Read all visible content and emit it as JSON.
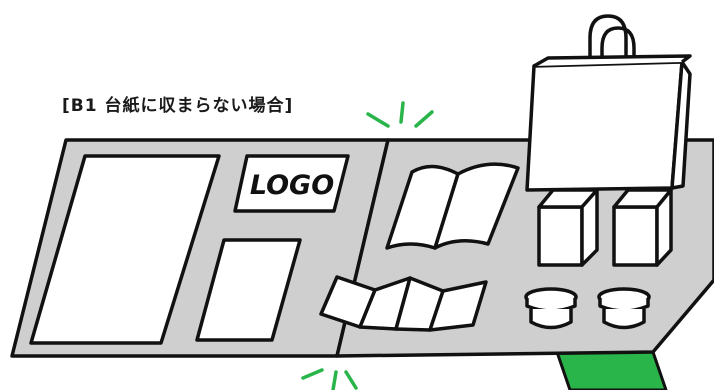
{
  "caption": "[B1 台紙に収まらない場合]",
  "logo_label": "LOGO",
  "colors": {
    "board": "#cfcfcf",
    "outline": "#111111",
    "accent": "#2ab54a",
    "item_fill": "#ffffff"
  },
  "icons": [
    "poster-sheet",
    "logo-card",
    "small-sheet",
    "open-booklet",
    "folded-leaflet",
    "shopping-bag",
    "box",
    "jar"
  ]
}
